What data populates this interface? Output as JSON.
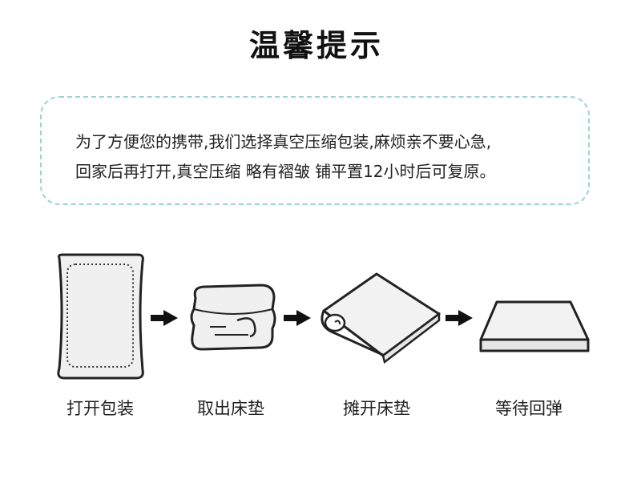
{
  "title": "温馨提示",
  "notice": {
    "line1": "为了方便您的携带,我们选择真空压缩包装,麻烦亲不要心急,",
    "line2": "回家后再打开,真空压缩 略有褶皱 铺平置12小时后可复原。"
  },
  "steps": [
    {
      "label": "打开包装",
      "icon": "package-icon"
    },
    {
      "label": "取出床垫",
      "icon": "rolled-mattress-icon"
    },
    {
      "label": "摊开床垫",
      "icon": "unrolling-mattress-icon"
    },
    {
      "label": "等待回弹",
      "icon": "flat-mattress-icon"
    }
  ],
  "colors": {
    "border_dashed": "#9fd3d3",
    "text": "#222222",
    "arrow": "#111111"
  }
}
